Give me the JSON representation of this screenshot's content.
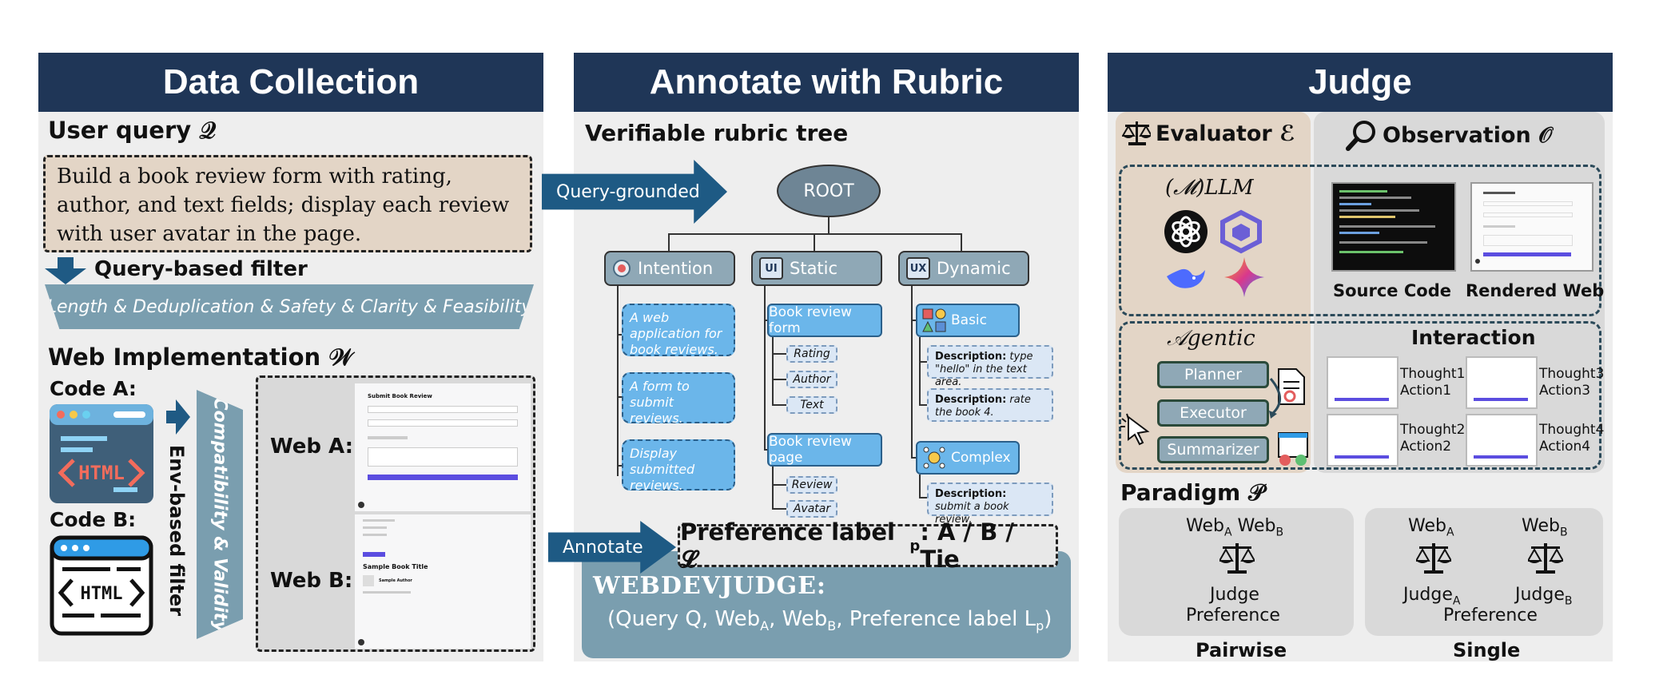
{
  "panels": {
    "data_collection": {
      "title": "Data Collection",
      "user_query_label": "User query 𝒬",
      "query_text": "Build a book review form with rating, author, and text fields; display each review with user avatar in the page.",
      "query_filter_label": "Query-based filter",
      "filter_criteria": "Length & Deduplication & Safety & Clarity & Feasibility",
      "web_impl_label": "Web Implementation 𝒲",
      "code_a_label": "Code A:",
      "code_b_label": "Code B:",
      "html_icon_text": "HTML",
      "env_filter_label": "Env-based filter",
      "compat_label": "Compatibility & Validity",
      "web_a_label": "Web A:",
      "web_b_label": "Web B:",
      "web_a_form_title": "Submit Book Review",
      "web_b_book_title": "Sample Book Title",
      "web_b_author": "Sample Author"
    },
    "annotate": {
      "title": "Annotate with Rubric",
      "tree_label": "Verifiable rubric tree",
      "query_grounded": "Query-grounded",
      "root": "ROOT",
      "intention": {
        "label": "Intention",
        "leaves": [
          "A web application for book reviews.",
          "A form to submit reviews.",
          "Display submitted reviews."
        ]
      },
      "static": {
        "label": "Static",
        "icon": "UI",
        "group1": "Book review form",
        "group1_items": [
          "Rating",
          "Author",
          "Text"
        ],
        "group2": "Book review page",
        "group2_items": [
          "Review",
          "Avatar"
        ]
      },
      "dynamic": {
        "label": "Dynamic",
        "icon": "UX",
        "basic": "Basic",
        "basic_desc": [
          {
            "key": "Description:",
            "val": "type \"hello\" in the text area."
          },
          {
            "key": "Description:",
            "val": "rate the book 4."
          }
        ],
        "complex": "Complex",
        "complex_desc": [
          {
            "key": "Description:",
            "val": "submit a book review."
          }
        ]
      },
      "annotate_arrow": "Annotate",
      "preference_label": "Preference label 𝓛",
      "preference_sub": "p",
      "preference_values": ": A / B / Tie",
      "bench_name": "WEBDEVJUDGE:",
      "tuple": {
        "open": "(Query Q, Web",
        "a_sub": "A",
        "mid": ", Web",
        "b_sub": "B",
        "pref": ", Preference label L",
        "p_sub": "p",
        "close": ")"
      }
    },
    "judge": {
      "title": "Judge",
      "evaluator_label": "Evaluator ℰ",
      "observation_label": "Observation 𝒪",
      "mllm_label": "(𝓜)LLM",
      "source_code": "Source Code",
      "rendered_web": "Rendered Web",
      "agentic_label": "𝒜gentic",
      "planner": "Planner",
      "executor": "Executor",
      "summarizer": "Summarizer",
      "interaction_label": "Interaction",
      "thoughts": [
        {
          "t": "Thought1",
          "a": "Action1"
        },
        {
          "t": "Thought3",
          "a": "Action3"
        },
        {
          "t": "Thought2",
          "a": "Action2"
        },
        {
          "t": "Thought4",
          "a": "Action4"
        }
      ],
      "paradigm_label": "Paradigm 𝒫",
      "pairwise": {
        "web": "Web",
        "a": "A",
        "b": "B",
        "judge": "Judge",
        "pref": "Preference",
        "label": "Pairwise"
      },
      "single": {
        "web": "Web",
        "a": "A",
        "b": "B",
        "judge": "Judge",
        "pref": "Preference",
        "label": "Single"
      }
    }
  }
}
